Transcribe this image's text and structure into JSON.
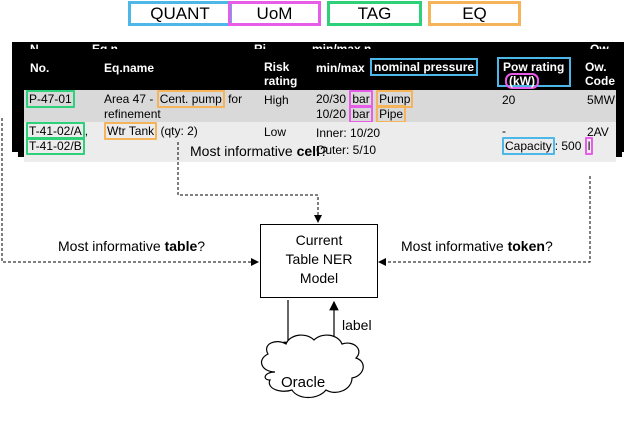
{
  "legend": {
    "quant": {
      "label": "QUANT",
      "color": "#4db8e8"
    },
    "uom": {
      "label": "UoM",
      "color": "#e85de8"
    },
    "tag": {
      "label": "TAG",
      "color": "#2fd07a"
    },
    "eq": {
      "label": "EQ",
      "color": "#f5b35a"
    }
  },
  "table": {
    "headers": {
      "no": "No.",
      "eqname": "Eq.name",
      "risk": "Risk rating",
      "minmax": "min/max",
      "nominal_pressure": "nominal pressure",
      "pow_rating": "Pow rating",
      "kw": "(kW)",
      "owcode": "Ow. Code"
    },
    "back_headers": {
      "no": "N",
      "eqname": "Eq.n",
      "risk": "Ri",
      "minmax": "min/max n",
      "owcode": "Ow."
    },
    "row1": {
      "no": "P-47-01",
      "eq_prefix": "Area 47 - ",
      "eq_entity": "Cent. pump",
      "eq_suffix": " for",
      "eq_line2": "refinement",
      "risk": "High",
      "p1_val": "20/30 ",
      "p1_unit": "bar",
      "p1_eq": "Pump",
      "p2_val": "10/20 ",
      "p2_unit": "bar",
      "p2_eq": "Pipe",
      "pow": "20",
      "owcode": "5MW"
    },
    "row2": {
      "no_a": "T-41-02/A",
      "no_sep": ",",
      "no_b": "T-41-02/B",
      "eq_entity": "Wtr Tank",
      "eq_suffix": " (qty: 2)",
      "risk": "Low",
      "inner": "Inner: 10/20",
      "outer": "Outer: 5/10",
      "pow_dash": "-",
      "capacity": "Capacity",
      "cap_colon": ": 500 ",
      "cap_unit": "l",
      "owcode": "2AV"
    }
  },
  "questions": {
    "cell_prefix": "Most informative ",
    "cell_bold": "cell",
    "cell_suffix": "?",
    "table_prefix": "Most informative ",
    "table_bold": "table",
    "table_suffix": "?",
    "token_prefix": "Most informative ",
    "token_bold": "token",
    "token_suffix": "?"
  },
  "model": {
    "line1": "Current",
    "line2": "Table NER",
    "line3": "Model"
  },
  "edge_label": "label",
  "oracle": "Oracle"
}
